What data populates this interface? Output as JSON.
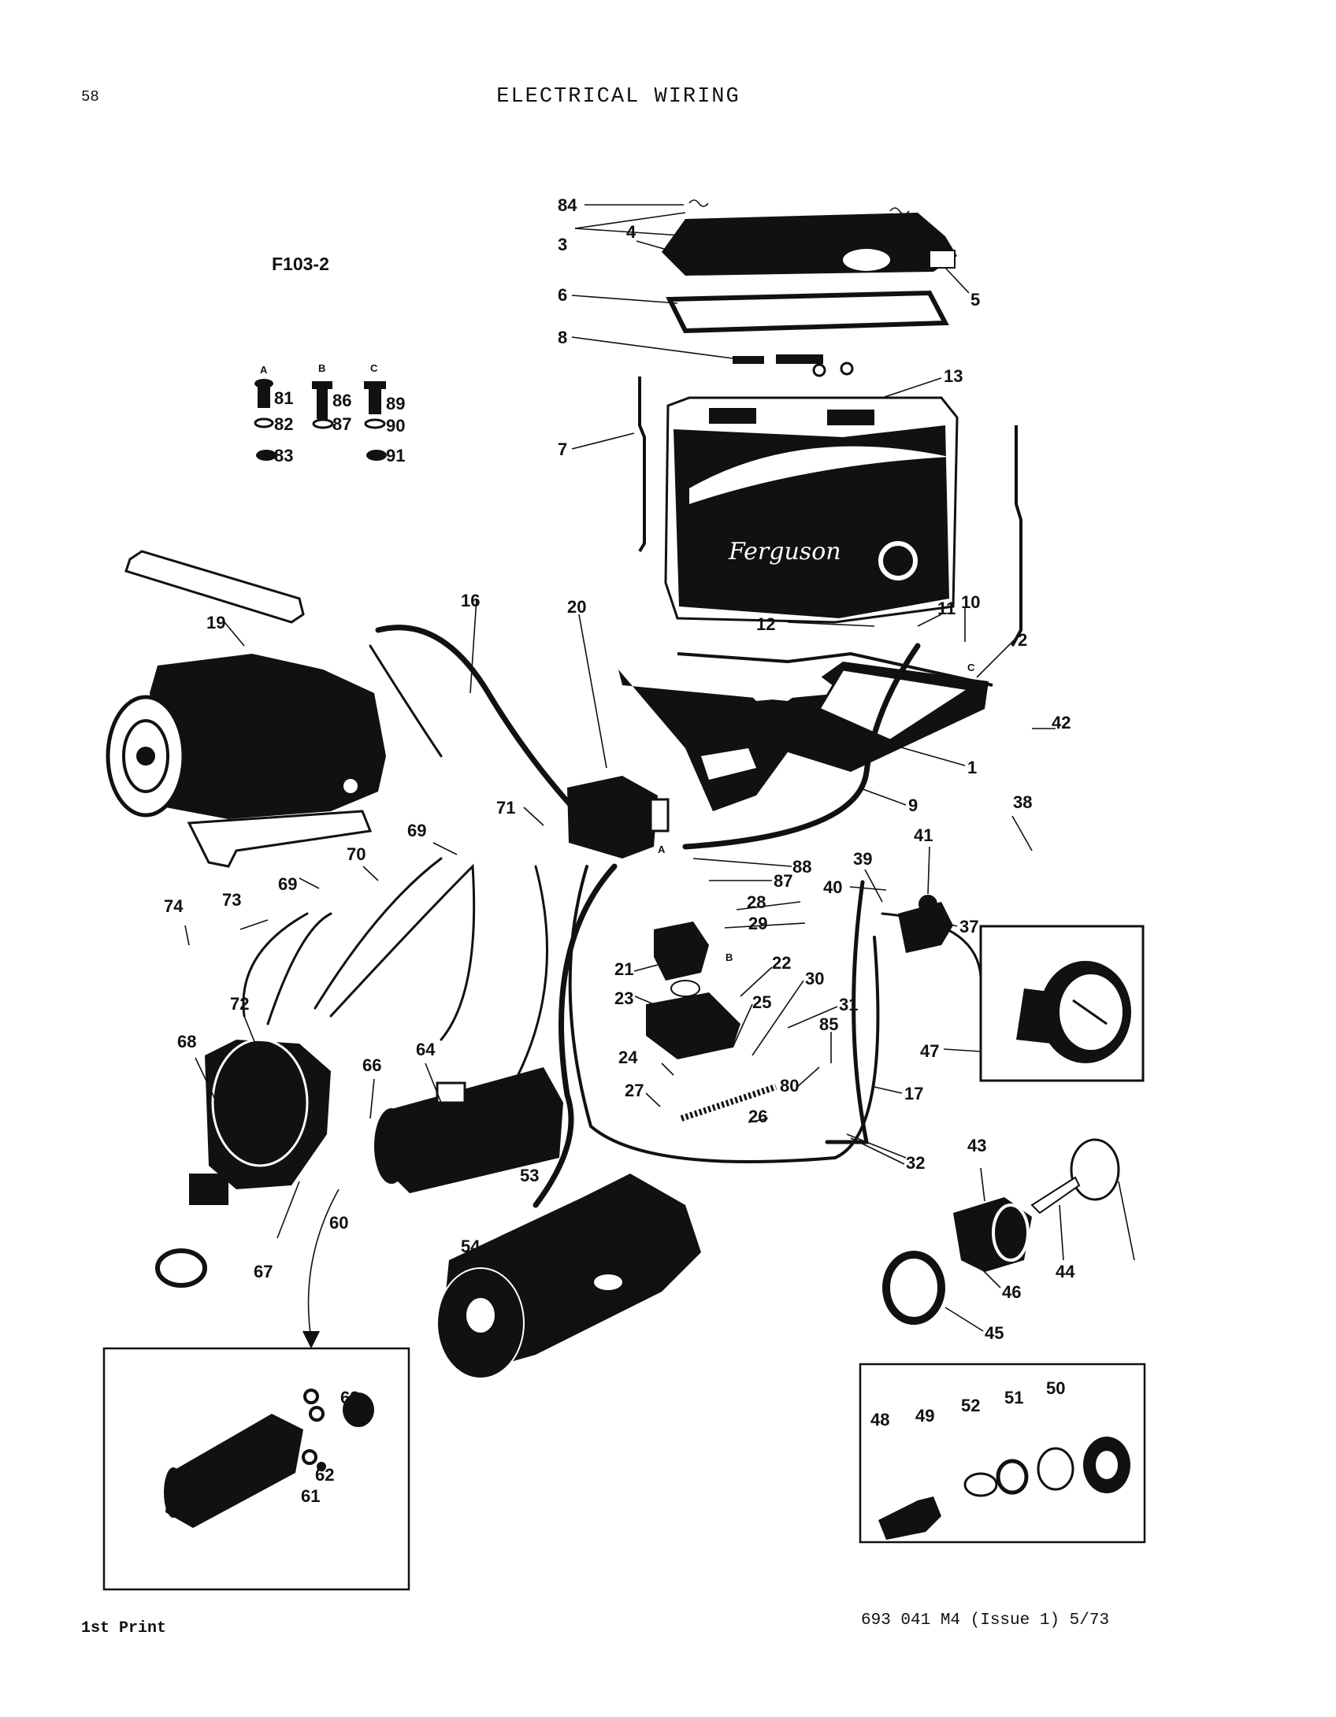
{
  "page": {
    "number": "58",
    "title": "ELECTRICAL WIRING",
    "figure_code": "F103-2",
    "footer_left": "1st Print",
    "footer_right": "693 041 M4 (Issue 1) 5/73"
  },
  "battery_brand": "Ferguson",
  "hardware_groups": [
    {
      "letter": "A",
      "items": [
        "81",
        "82",
        "83"
      ]
    },
    {
      "letter": "B",
      "items": [
        "86",
        "87"
      ]
    },
    {
      "letter": "C",
      "items": [
        "89",
        "90",
        "91"
      ]
    }
  ],
  "callouts": [
    "1",
    "2",
    "3",
    "4",
    "5",
    "6",
    "7",
    "8",
    "9",
    "10",
    "11",
    "12",
    "13",
    "16",
    "17",
    "19",
    "20",
    "21",
    "22",
    "23",
    "24",
    "25",
    "26",
    "27",
    "28",
    "29",
    "30",
    "31",
    "32",
    "37",
    "38",
    "39",
    "40",
    "41",
    "42",
    "43",
    "44",
    "45",
    "46",
    "47",
    "48",
    "49",
    "50",
    "51",
    "52",
    "53",
    "54",
    "60",
    "61",
    "62",
    "63",
    "64",
    "66",
    "67",
    "68",
    "69",
    "69",
    "70",
    "71",
    "72",
    "73",
    "74",
    "80",
    "84",
    "85",
    "87",
    "88"
  ],
  "inline_letters": [
    "A",
    "B",
    "C"
  ]
}
